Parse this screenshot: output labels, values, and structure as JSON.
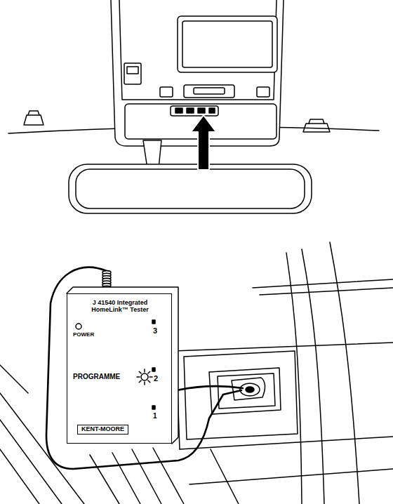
{
  "diagram": {
    "nodes": [
      {
        "text": [
          "J 41540 Integrated HomeLink™ Tester",
          "POWER",
          "3",
          "PROGRAMME",
          "2",
          "1"
        ]
      },
      {
        "text": [
          "KENT-MOORE"
        ],
        "in": 0
      }
    ]
  }
}
